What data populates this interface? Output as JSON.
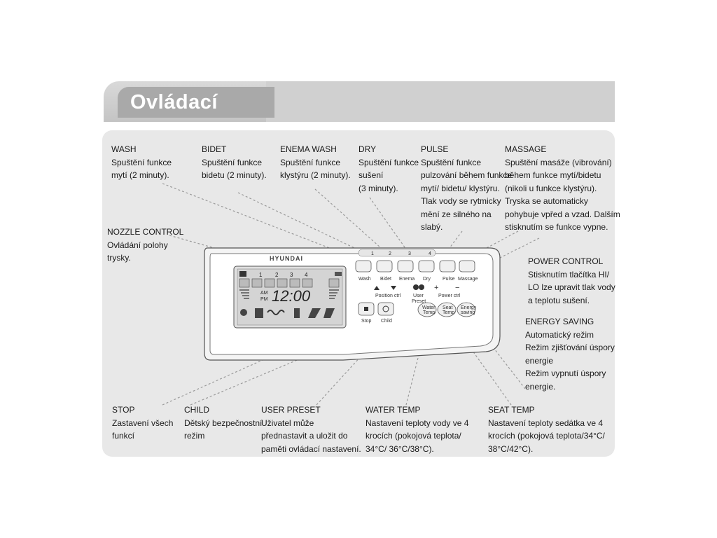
{
  "title": "Ovládací panel",
  "labels": {
    "wash": {
      "head": "WASH",
      "lines": [
        "Spuštění funkce",
        "mytí (2 minuty)."
      ]
    },
    "bidet": {
      "head": "BIDET",
      "lines": [
        "Spuštění funkce",
        "bidetu (2 minuty)."
      ]
    },
    "enema": {
      "head": "ENEMA WASH",
      "lines": [
        "Spuštění funkce",
        "klystýru (2 minuty)."
      ]
    },
    "dry": {
      "head": "DRY",
      "lines": [
        "Spuštění funkce",
        "sušení",
        "(3 minuty)."
      ]
    },
    "pulse": {
      "head": "PULSE",
      "lines": [
        "Spuštění funkce",
        "pulzování během funkce",
        "mytí/ bidetu/ klystýru.",
        "Tlak vody se rytmicky",
        "mění ze silného na",
        "slabý."
      ]
    },
    "massage": {
      "head": "MASSAGE",
      "lines": [
        "Spuštění masáže (vibrování)",
        "během funkce mytí/bidetu",
        "(nikoli u funkce klystýru).",
        "Tryska se automaticky",
        "pohybuje vpřed a vzad. Dalším",
        "stisknutím se funkce vypne."
      ]
    },
    "nozzle": {
      "head": "NOZZLE CONTROL",
      "lines": [
        "Ovládání polohy",
        "trysky."
      ]
    },
    "power": {
      "head": "POWER CONTROL",
      "lines": [
        "Stisknutím tlačítka HI/",
        "LO lze upravit tlak vody",
        "a teplotu sušení."
      ]
    },
    "energy": {
      "head": "ENERGY SAVING",
      "lines": [
        "Automatický režim",
        "Režim zjišťování úspory",
        "energie",
        "Režim vypnutí úspory",
        "energie."
      ]
    },
    "stop": {
      "head": "STOP",
      "lines": [
        "Zastavení všech",
        "funkcí"
      ]
    },
    "child": {
      "head": "CHILD",
      "lines": [
        "Dětský bezpečnostní",
        "režim"
      ]
    },
    "preset": {
      "head": "USER PRESET",
      "lines": [
        "Uživatel může",
        "přednastavit a uložit do",
        "paměti ovládací nastavení."
      ]
    },
    "water": {
      "head": "WATER TEMP",
      "lines": [
        "Nastavení teploty vody ve 4",
        "krocích (pokojová teplota/",
        "34°C/ 36°C/38°C)."
      ]
    },
    "seat": {
      "head": "SEAT TEMP",
      "lines": [
        "Nastavení teploty sedátka ve 4",
        "krocích (pokojová teplota/34°C/",
        "38°C/42°C)."
      ]
    }
  },
  "remote": {
    "brand": "HYUNDAI",
    "clock": "12:00",
    "am": "AM",
    "pm": "PM",
    "lcd_steps": [
      "1",
      "2",
      "3",
      "4"
    ],
    "top_steps": [
      "1",
      "2",
      "3",
      "4"
    ],
    "buttons": [
      "Wash",
      "Bidet",
      "Enema",
      "Dry",
      "Pulse",
      "Massage"
    ],
    "position_label": "Position ctrl",
    "power_label": "Power ctrl",
    "user_preset": [
      "User",
      "Preset"
    ],
    "stop": "Stop",
    "child": "Child",
    "water_temp": [
      "Water",
      "Temp"
    ],
    "seat_temp": [
      "Seat",
      "Temp"
    ],
    "energy_saving": [
      "Energy",
      "saving"
    ]
  },
  "colors": {
    "panel": "#e8e8e8",
    "title_bg": "#a9a9a9",
    "dash": "#999999"
  }
}
